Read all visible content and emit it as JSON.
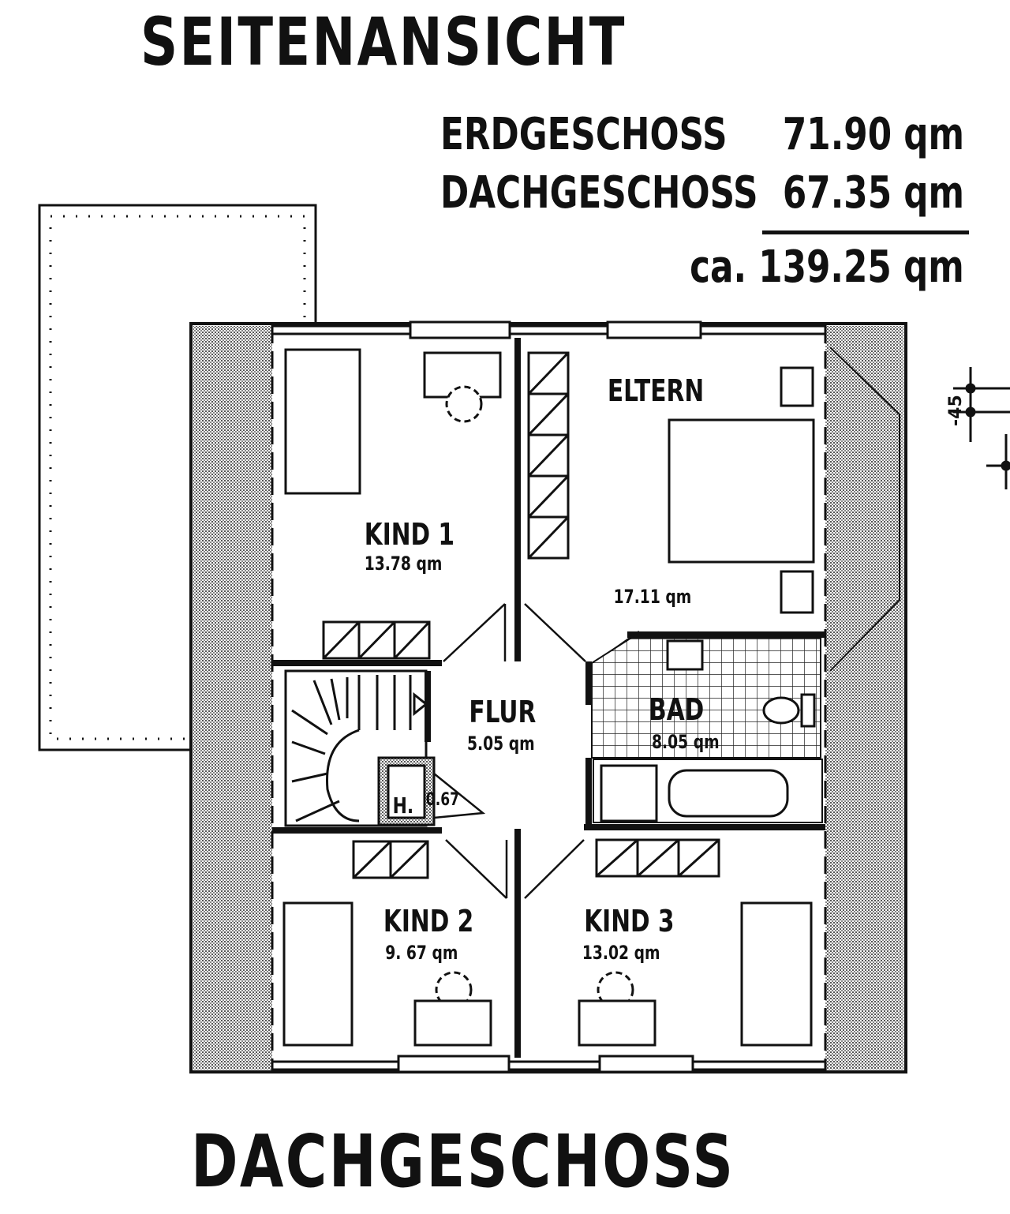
{
  "title_side_view": "SEITENANSICHT",
  "title_floor": "DACHGESCHOSS",
  "areas": {
    "rows": [
      {
        "label": "ERDGESCHOSS",
        "value": "71.90 qm"
      },
      {
        "label": "DACHGESCHOSS",
        "value": "67.35 qm"
      }
    ],
    "total": "ca. 139.25 qm"
  },
  "rooms": {
    "kind1": {
      "name": "KIND 1",
      "area": "13.78 qm"
    },
    "eltern": {
      "name": "ELTERN",
      "area": "17.11 qm"
    },
    "flur": {
      "name": "FLUR",
      "area": "5.05 qm"
    },
    "bad": {
      "name": "BAD",
      "area": "8.05 qm"
    },
    "kind2": {
      "name": "KIND 2",
      "area": "9. 67 qm"
    },
    "kind3": {
      "name": "KIND 3",
      "area": "13.02 qm"
    },
    "hwr": {
      "name": "H.",
      "area": "0.67"
    }
  },
  "dimension_label": "-45"
}
